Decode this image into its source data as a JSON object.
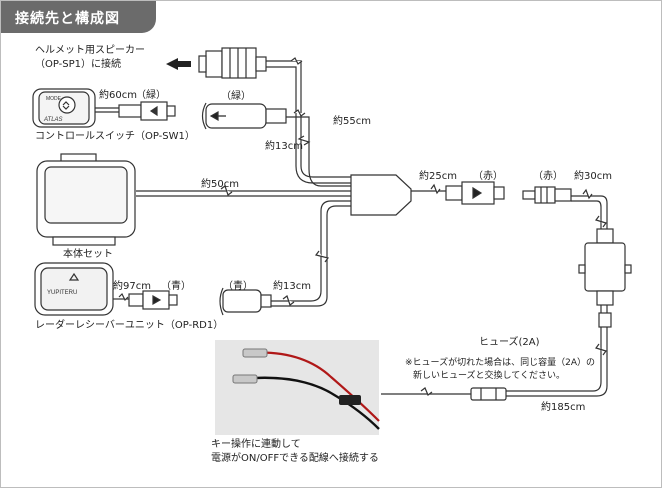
{
  "header": {
    "title": "接続先と構成図"
  },
  "labels": {
    "helmet_speaker_line1": "ヘルメット用スピーカー",
    "helmet_speaker_line2": "（OP-SP1）に接続",
    "len_60": "約60cm",
    "green_a": "（緑）",
    "green_b": "（緑）",
    "control_switch": "コントロールスイッチ（OP-SW1）",
    "len_55": "約55cm",
    "len_13_top": "約13cm",
    "len_50": "約50cm",
    "len_25": "約25cm",
    "red_a": "（赤）",
    "red_b": "（赤）",
    "len_30": "約30cm",
    "main_unit": "本体セット",
    "len_97": "約97cm",
    "blue_a": "（青）",
    "blue_b": "（青）",
    "len_13_bottom": "約13cm",
    "radar_receiver": "レーダーレシーバーユニット（OP-RD1）",
    "fuse": "ヒューズ(2A)",
    "fuse_note_line1": "※ヒューズが切れた場合は、同じ容量（2A）の",
    "fuse_note_line2": "新しいヒューズと交換してください。",
    "len_185": "約185cm",
    "key_note_line1": "キー操作に連動して",
    "key_note_line2": "電源がON/OFFできる配線へ接続する",
    "switch_text_mode": "MODE",
    "switch_text_brand": "ATLAS",
    "receiver_brand": "YUPITERU"
  }
}
